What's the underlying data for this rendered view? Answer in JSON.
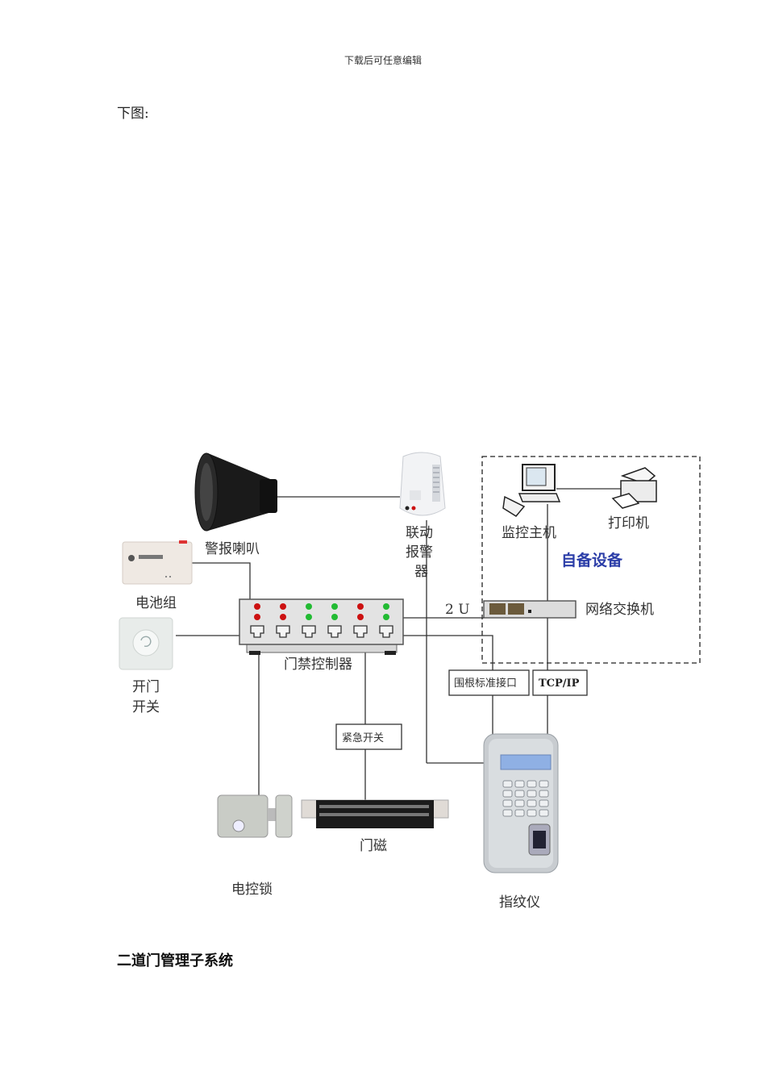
{
  "header": {
    "text": "下载后可任意编辑"
  },
  "intro": {
    "text": "下图:"
  },
  "diagram": {
    "labels": {
      "alarm_speaker": "警报喇叭",
      "linked_alarm": [
        "联动",
        "报警",
        "器"
      ],
      "battery": "电池组",
      "door_button": [
        "开门",
        "开关"
      ],
      "controller": "门禁控制器",
      "monitor_host": "监控主机",
      "printer": "打印机",
      "own_equipment": "自备设备",
      "network_switch": "网络交换机",
      "link_2u": "2 U",
      "wiegand_interface": "围根标准接口",
      "tcpip": "TCP/IP",
      "emergency_switch": "紧急开关",
      "electric_lock": "电控锁",
      "door_magnet": "门磁",
      "fingerprint_reader": "指纹仪"
    },
    "controller_leds": [
      {
        "top": "#cc1111",
        "bottom": "#cc1111"
      },
      {
        "top": "#cc1111",
        "bottom": "#cc1111"
      },
      {
        "top": "#22bb33",
        "bottom": "#22bb33"
      },
      {
        "top": "#22bb33",
        "bottom": "#22bb33"
      },
      {
        "top": "#cc1111",
        "bottom": "#cc1111"
      },
      {
        "top": "#22bb33",
        "bottom": "#22bb33"
      }
    ],
    "colors": {
      "accent_blue": "#2c3ea8",
      "line": "#333333"
    }
  },
  "section": {
    "title": "二道门管理子系统"
  }
}
